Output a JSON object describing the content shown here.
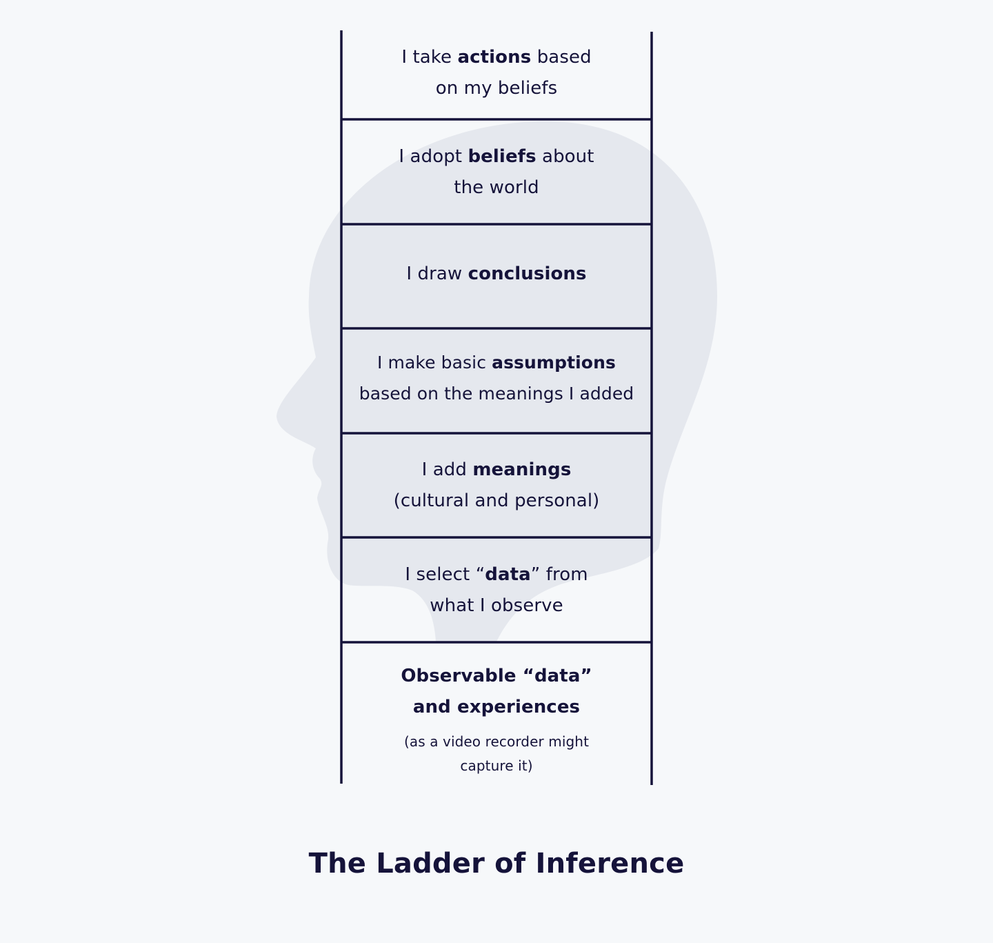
{
  "title": "The Ladder of Inference",
  "colors": {
    "background": "#f6f8fa",
    "head": "#e5e8ee",
    "ink": "#15133a"
  },
  "icons": {
    "head": "head-silhouette-icon"
  },
  "rungs": [
    {
      "line1": {
        "pre": "I take ",
        "bold": "actions",
        "post": " based"
      },
      "line2": "on my beliefs"
    },
    {
      "line1": {
        "pre": "I adopt ",
        "bold": "beliefs",
        "post": " about"
      },
      "line2": "the world"
    },
    {
      "line1": {
        "pre": "I draw ",
        "bold": "conclusions",
        "post": ""
      }
    },
    {
      "line1": {
        "pre": "I make basic ",
        "bold": "assumptions",
        "post": ""
      },
      "line2": "based on the meanings I added"
    },
    {
      "line1": {
        "pre": "I add ",
        "bold": "meanings",
        "post": ""
      },
      "line2": "(cultural and personal)"
    },
    {
      "line1": {
        "pre": "I select “",
        "bold": "data",
        "post": "” from"
      },
      "line2": "what I observe"
    },
    {
      "bold_line1": "Observable “data”",
      "bold_line2": "and experiences",
      "small_line1": "(as a video recorder might",
      "small_line2": "capture it)"
    }
  ]
}
